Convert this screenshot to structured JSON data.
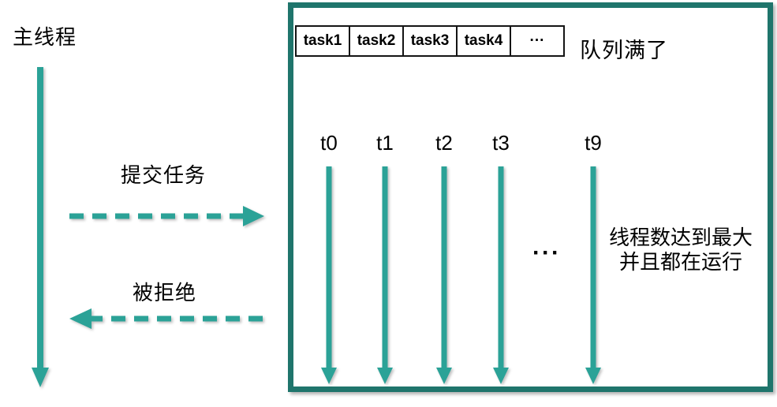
{
  "diagram": {
    "main_thread": {
      "label": "主线程"
    },
    "submit_arrow": {
      "label": "提交任务"
    },
    "reject_arrow": {
      "label": "被拒绝"
    },
    "pool_box": {
      "queue": {
        "cells": [
          "task1",
          "task2",
          "task3",
          "task4",
          "···"
        ],
        "full_label": "队列满了"
      },
      "threads": {
        "labels": [
          "t0",
          "t1",
          "t2",
          "t3",
          "t9"
        ],
        "ellipsis": "···",
        "status_line1": "线程数达到最大",
        "status_line2": "并且都在运行"
      }
    },
    "colors": {
      "arrow_teal": "#2ba297",
      "box_border_teal": "#1f756c",
      "text": "#000000"
    }
  }
}
